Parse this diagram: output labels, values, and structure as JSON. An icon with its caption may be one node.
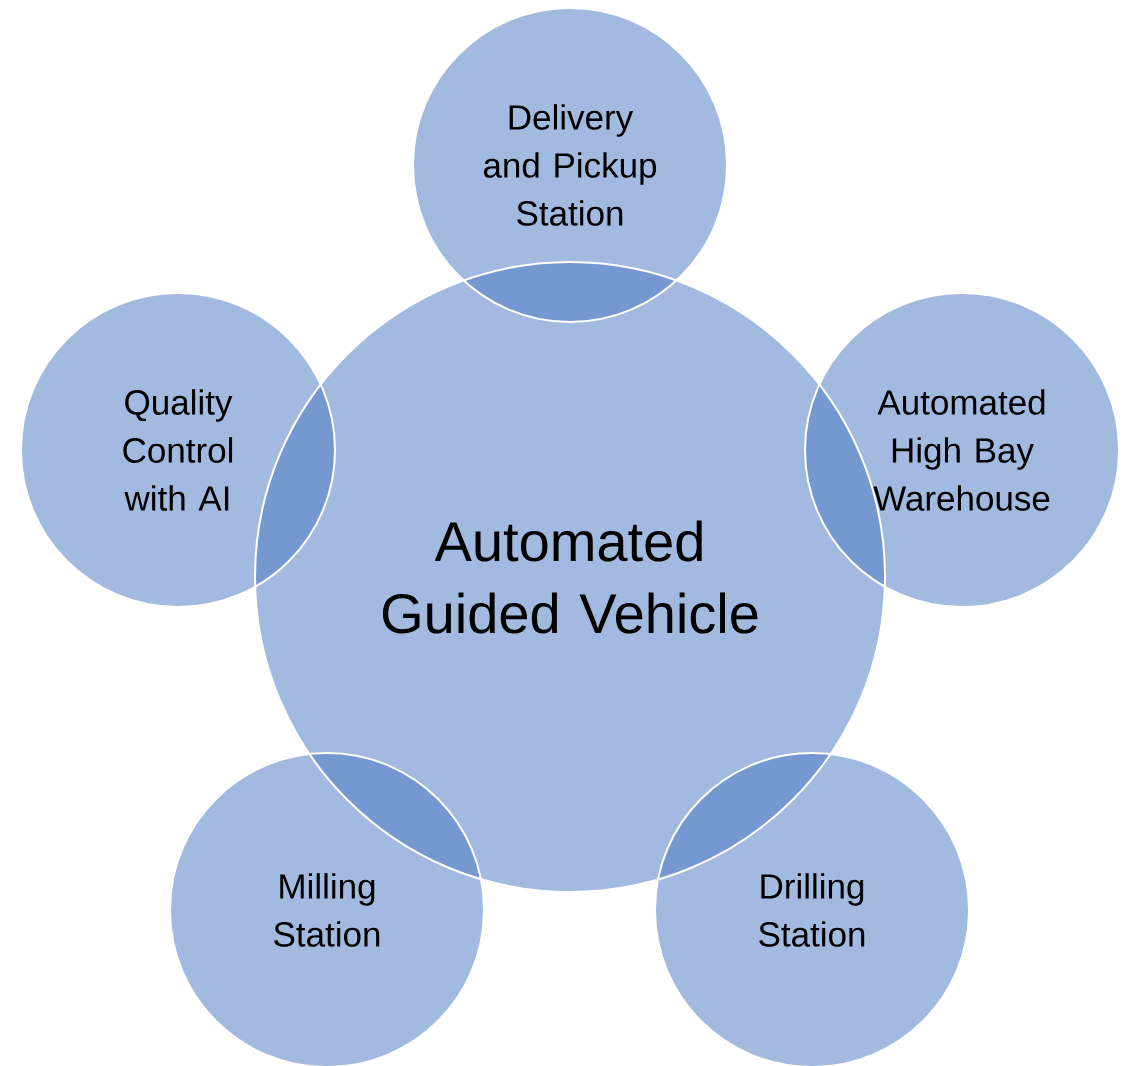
{
  "diagram": {
    "nodes": [
      {
        "text": [
          "Automated Guided Vehicle"
        ]
      },
      {
        "text": [
          "Delivery and Pickup Station"
        ]
      },
      {
        "text": [
          "Automated High Bay Warehouse"
        ]
      },
      {
        "text": [
          "Drilling Station"
        ]
      },
      {
        "text": [
          "Milling Station"
        ]
      },
      {
        "text": [
          "Quality Control with AI"
        ]
      }
    ]
  }
}
